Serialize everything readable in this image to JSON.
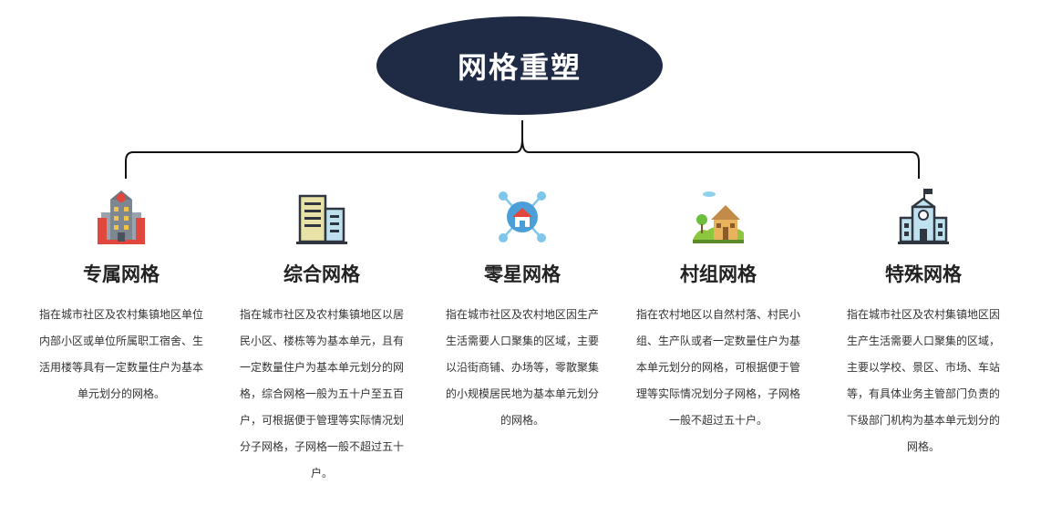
{
  "colors": {
    "root_fill": "#1f2a44",
    "line": "#111111"
  },
  "root": {
    "title": "网格重塑"
  },
  "branches": [
    {
      "title": "专属网格",
      "icon": "office-building-icon",
      "desc": "指在城市社区及农村集镇地区单位内部小区或单位所属职工宿舍、生活用楼等具有一定数量住户为基本单元划分的网格。"
    },
    {
      "title": "综合网格",
      "icon": "apartment-buildings-icon",
      "desc": "指在城市社区及农村集镇地区以居民小区、楼栋等为基本单元，且有一定数量住户为基本单元划分的网格，综合网格一般为五十户至五百户，可根据便于管理等实际情况划分子网格，子网格一般不超过五十户。"
    },
    {
      "title": "零星网格",
      "icon": "network-home-icon",
      "desc": "指在城市社区及农村地区因生产生活需要人口聚集的区域，主要以沿街商铺、办场等，零散聚集的小规模居民地为基本单元划分的网格。"
    },
    {
      "title": "村组网格",
      "icon": "village-house-icon",
      "desc": "指在农村地区以自然村落、村民小组、生产队或者一定数量住户为基本单元划分的网格，可根据便于管理等实际情况划分子网格，子网格一般不超过五十户。"
    },
    {
      "title": "特殊网格",
      "icon": "school-building-icon",
      "desc": "指在城市社区及农村集镇地区因生产生活需要人口聚集的区域，主要以学校、景区、市场、车站等，有具体业务主管部门负责的下级部门机构为基本单元划分的网格。"
    }
  ]
}
